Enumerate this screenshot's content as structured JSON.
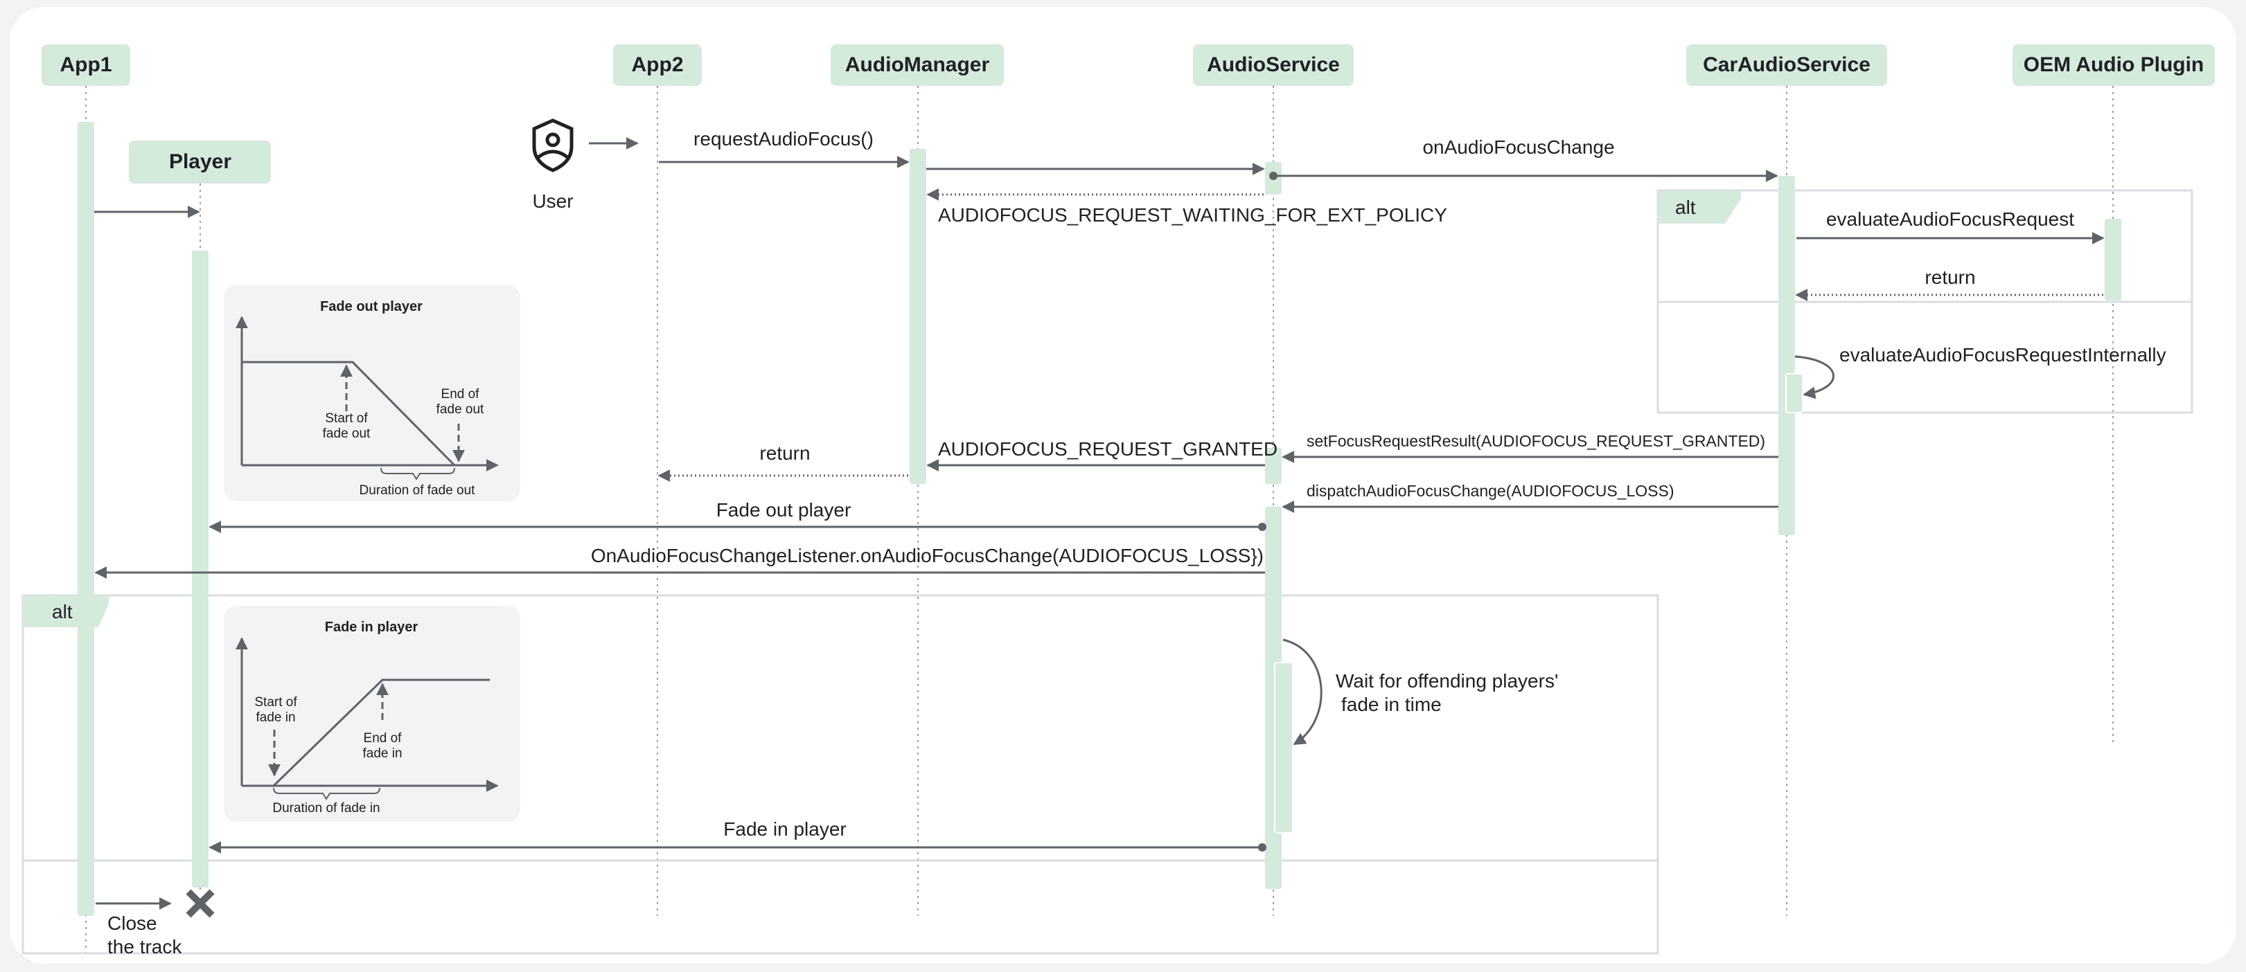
{
  "participants": {
    "app1": "App1",
    "app2": "App2",
    "audio_manager": "AudioManager",
    "audio_service": "AudioService",
    "car_audio_service": "CarAudioService",
    "oem_plugin": "OEM Audio Plugin",
    "player": "Player"
  },
  "actor": {
    "label": "User",
    "icon": "user-shield-icon"
  },
  "messages": {
    "request_audio_focus": "requestAudioFocus()",
    "on_audio_focus_change": "onAudioFocusChange",
    "waiting_ext_policy": "AUDIOFOCUS_REQUEST_WAITING_FOR_EXT_POLICY",
    "evaluate_request": "evaluateAudioFocusRequest",
    "oem_return": "return",
    "evaluate_internally": "evaluateAudioFocusRequestInternally",
    "set_focus_result": "setFocusRequestResult(AUDIOFOCUS_REQUEST_GRANTED)",
    "granted": "AUDIOFOCUS_REQUEST_GRANTED",
    "app2_return": "return",
    "dispatch_loss": "dispatchAudioFocusChange(AUDIOFOCUS_LOSS)",
    "fade_out_player": "Fade out player",
    "listener_loss": "OnAudioFocusChangeListener.onAudioFocusChange(AUDIOFOCUS_LOSS})",
    "wait_line1": "Wait for offending players'",
    "wait_line2": "fade in time",
    "fade_in_player": "Fade in player",
    "close_line1": "Close",
    "close_line2": "the track"
  },
  "frames": {
    "alt_top": "alt",
    "alt_bottom": "alt"
  },
  "fade_out_inset": {
    "title": "Fade out player",
    "start_1": "Start of",
    "start_2": "fade out",
    "end_1": "End of",
    "end_2": "fade out",
    "duration": "Duration of fade out"
  },
  "fade_in_inset": {
    "title": "Fade in player",
    "start_1": "Start of",
    "start_2": "fade in",
    "end_1": "End of",
    "end_2": "fade in",
    "duration": "Duration of fade in"
  },
  "colors": {
    "lifeline_fill": "#d4eadb",
    "line": "#5f6368",
    "text": "#202124"
  }
}
